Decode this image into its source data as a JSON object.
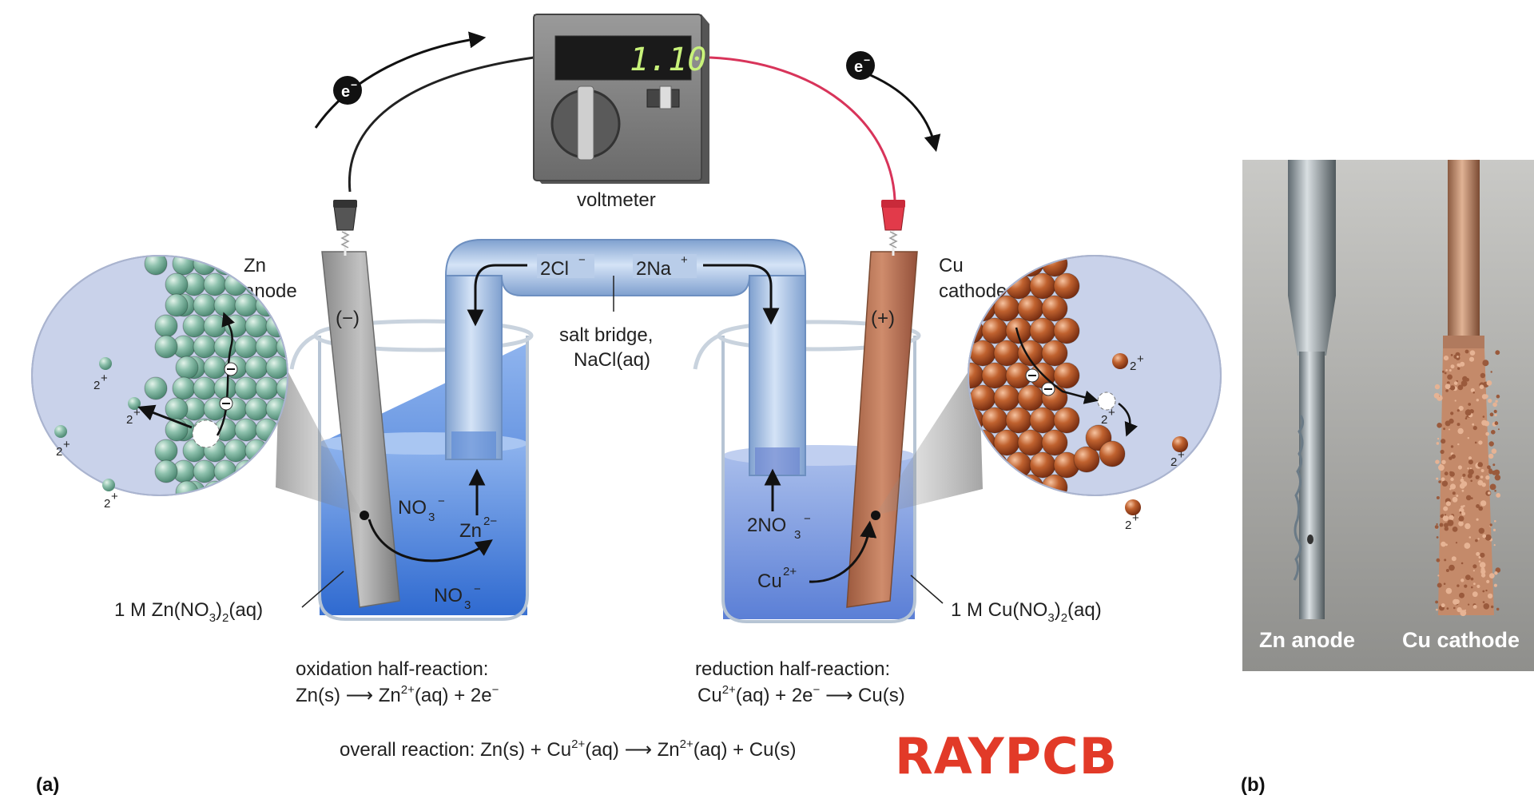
{
  "panels": {
    "a": "(a)",
    "b": "(b)"
  },
  "voltmeter": {
    "reading": "1.10",
    "label": "voltmeter"
  },
  "electron": {
    "symbol": "e",
    "sign": "−"
  },
  "anode": {
    "line1": "Zn",
    "line2": "anode",
    "sign": "(−)"
  },
  "cathode": {
    "line1": "Cu",
    "line2": "cathode",
    "sign": "(+)"
  },
  "salt_bridge": {
    "cl": {
      "coef": "2Cl",
      "charge": "−"
    },
    "na": {
      "coef": "2Na",
      "charge": "+"
    },
    "label_line1": "salt bridge,",
    "label_line2": "NaCl(aq)"
  },
  "ions": {
    "two_plus": "2",
    "plus": "+",
    "no3_base": "NO",
    "no3_sub": "3",
    "no3_charge": "−",
    "zn_base": "Zn",
    "zn_sup": "2−",
    "two_no3_base": "2NO",
    "cu_base": "Cu",
    "cu_sup": "2+"
  },
  "solutions": {
    "left": {
      "pre": "1 M Zn(NO",
      "sub": "3",
      "post": ")",
      "sub2": "2",
      "tail": "(aq)"
    },
    "right": {
      "pre": "1 M Cu(NO",
      "sub": "3",
      "post": ")",
      "sub2": "2",
      "tail": "(aq)"
    }
  },
  "reactions": {
    "oxidation_title": "oxidation half-reaction:",
    "oxidation": {
      "a": "Zn(s) ⟶ Zn",
      "sup": "2+",
      "b": "(aq) + 2e",
      "sup2": "−"
    },
    "reduction_title": "reduction half-reaction:",
    "reduction": {
      "a": "Cu",
      "sup": "2+",
      "b": "(aq) + 2e",
      "sup2": "−",
      "c": " ⟶ Cu(s)"
    },
    "overall": {
      "a": "overall reaction: Zn(s) + Cu",
      "sup": "2+",
      "b": "(aq) ⟶ Zn",
      "sup2": "2+",
      "c": "(aq) + Cu(s)"
    }
  },
  "photo": {
    "left_caption": "Zn anode",
    "right_caption": "Cu cathode"
  },
  "watermark": "RAYPCB",
  "colors": {
    "zinc_sphere": "#7fb3a0",
    "copper_sphere": "#b8552e",
    "solution": "#5b8fd8",
    "bridge": "#a9c4e6",
    "wire_black": "#222222",
    "wire_red": "#d8345a",
    "lcd_text": "#c8f27a",
    "watermark": "#e23a28"
  }
}
